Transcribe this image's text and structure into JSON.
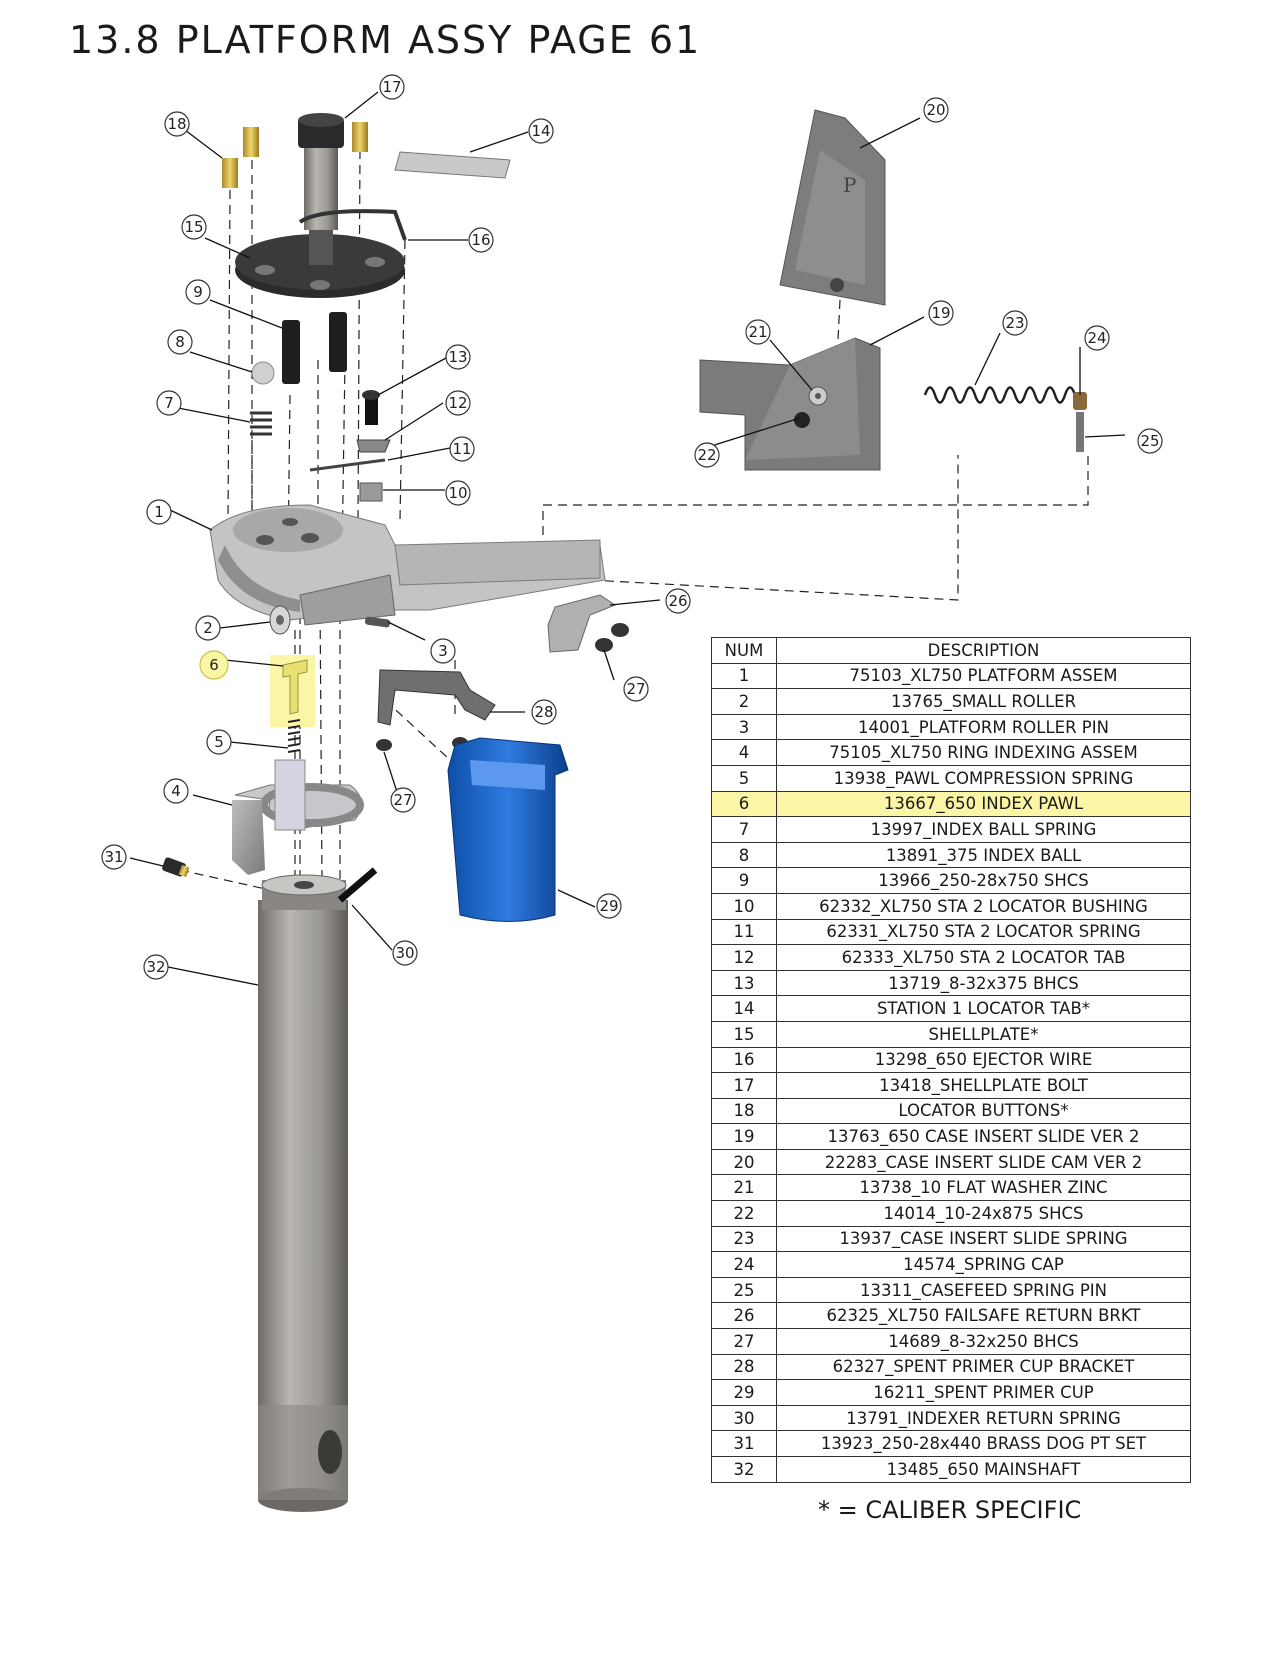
{
  "title": "13.8 PLATFORM ASSY PAGE 61",
  "highlight_color": "#fbf6a6",
  "table": {
    "headers": {
      "num": "NUM",
      "description": "DESCRIPTION"
    },
    "highlighted_num": "6",
    "rows": [
      {
        "num": "1",
        "description": "75103_XL750 PLATFORM ASSEM"
      },
      {
        "num": "2",
        "description": "13765_SMALL ROLLER"
      },
      {
        "num": "3",
        "description": "14001_PLATFORM ROLLER PIN"
      },
      {
        "num": "4",
        "description": "75105_XL750 RING INDEXING ASSEM"
      },
      {
        "num": "5",
        "description": "13938_PAWL COMPRESSION SPRING"
      },
      {
        "num": "6",
        "description": "13667_650 INDEX PAWL"
      },
      {
        "num": "7",
        "description": "13997_INDEX BALL SPRING"
      },
      {
        "num": "8",
        "description": "13891_375 INDEX BALL"
      },
      {
        "num": "9",
        "description": "13966_250-28x750 SHCS"
      },
      {
        "num": "10",
        "description": "62332_XL750 STA 2 LOCATOR BUSHING"
      },
      {
        "num": "11",
        "description": "62331_XL750 STA 2 LOCATOR SPRING"
      },
      {
        "num": "12",
        "description": "62333_XL750 STA 2 LOCATOR TAB"
      },
      {
        "num": "13",
        "description": "13719_8-32x375 BHCS"
      },
      {
        "num": "14",
        "description": "STATION 1 LOCATOR TAB*"
      },
      {
        "num": "15",
        "description": "SHELLPLATE*"
      },
      {
        "num": "16",
        "description": "13298_650 EJECTOR WIRE"
      },
      {
        "num": "17",
        "description": "13418_SHELLPLATE BOLT"
      },
      {
        "num": "18",
        "description": "LOCATOR BUTTONS*"
      },
      {
        "num": "19",
        "description": "13763_650 CASE INSERT SLIDE VER 2"
      },
      {
        "num": "20",
        "description": "22283_CASE INSERT SLIDE CAM VER 2"
      },
      {
        "num": "21",
        "description": "13738_10 FLAT WASHER ZINC"
      },
      {
        "num": "22",
        "description": "14014_10-24x875 SHCS"
      },
      {
        "num": "23",
        "description": "13937_CASE INSERT SLIDE SPRING"
      },
      {
        "num": "24",
        "description": "14574_SPRING CAP"
      },
      {
        "num": "25",
        "description": "13311_CASEFEED SPRING PIN"
      },
      {
        "num": "26",
        "description": "62325_XL750 FAILSAFE RETURN BRKT"
      },
      {
        "num": "27",
        "description": "14689_8-32x250 BHCS"
      },
      {
        "num": "28",
        "description": "62327_SPENT PRIMER CUP BRACKET"
      },
      {
        "num": "29",
        "description": "16211_SPENT PRIMER CUP"
      },
      {
        "num": "30",
        "description": "13791_INDEXER RETURN SPRING"
      },
      {
        "num": "31",
        "description": "13923_250-28x440 BRASS DOG PT SET"
      },
      {
        "num": "32",
        "description": "13485_650 MAINSHAFT"
      }
    ]
  },
  "footnote": "* = CALIBER SPECIFIC",
  "callouts": [
    "17",
    "18",
    "14",
    "20",
    "15",
    "16",
    "9",
    "19",
    "21",
    "23",
    "24",
    "8",
    "13",
    "7",
    "12",
    "22",
    "25",
    "11",
    "10",
    "1",
    "26",
    "2",
    "3",
    "6",
    "27",
    "28",
    "5",
    "4",
    "27",
    "31",
    "29",
    "30",
    "32"
  ]
}
